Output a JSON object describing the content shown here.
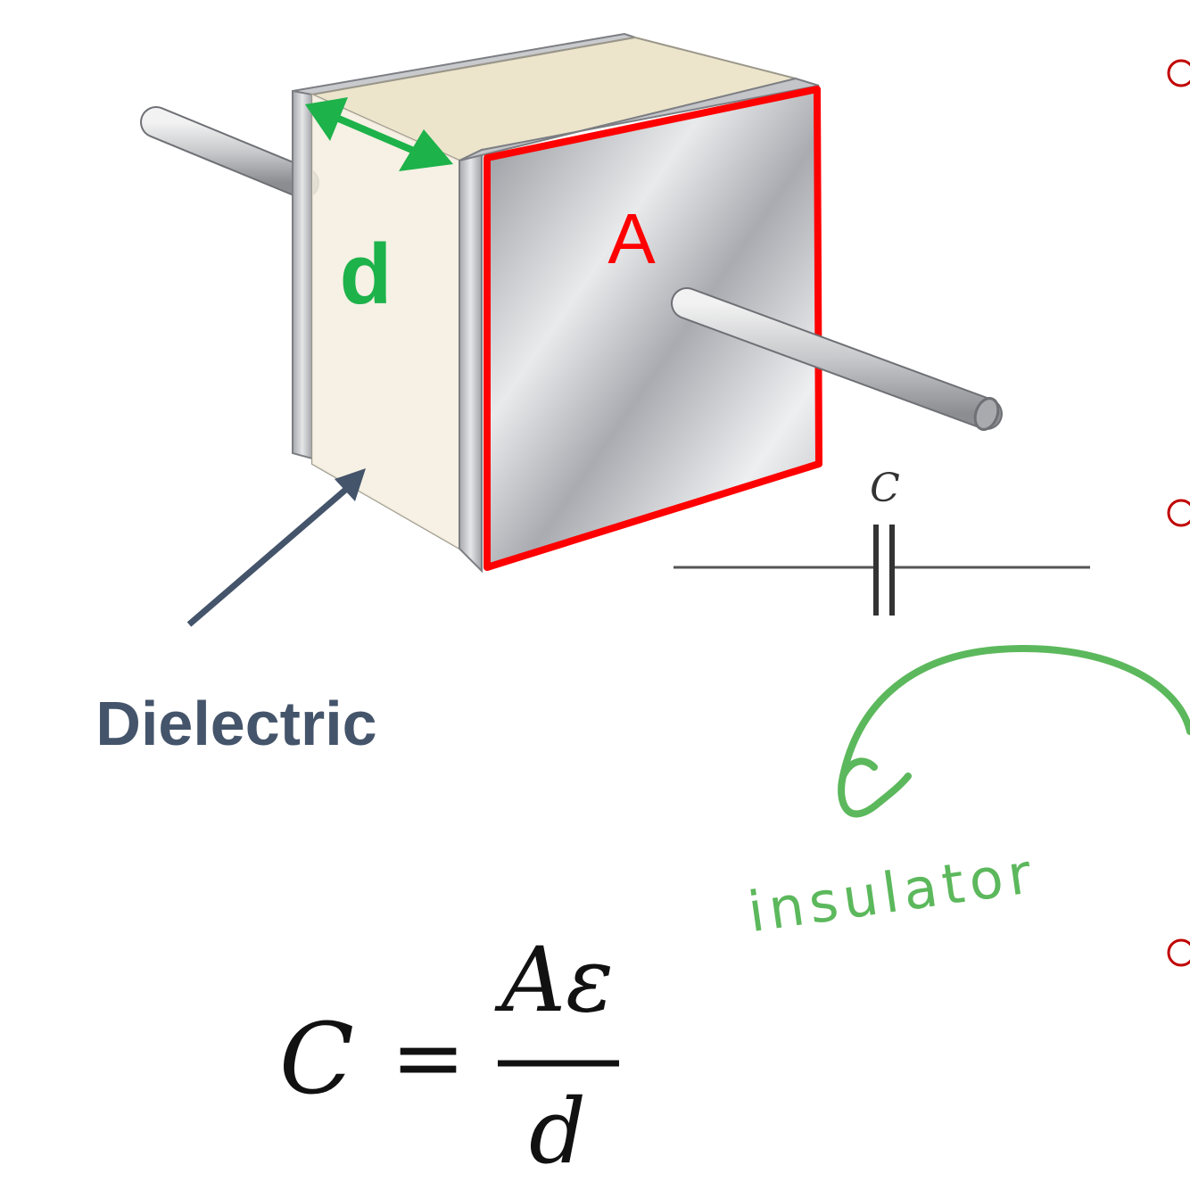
{
  "labels": {
    "area": "A",
    "distance": "d",
    "dielectric": "Dielectric",
    "symbol_label": "C",
    "handwritten_note": "insulator"
  },
  "formula": {
    "lhs": "C",
    "equals": "=",
    "numerator": "Aε",
    "denominator": "d"
  },
  "colors": {
    "plate_outline": "#ff0000",
    "dimension_arrow": "#1db24a",
    "dielectric_label": "#44546a",
    "handwriting": "#5cb85c",
    "dielectric_fill": "#f4efdf",
    "bullet": "#c00000"
  }
}
